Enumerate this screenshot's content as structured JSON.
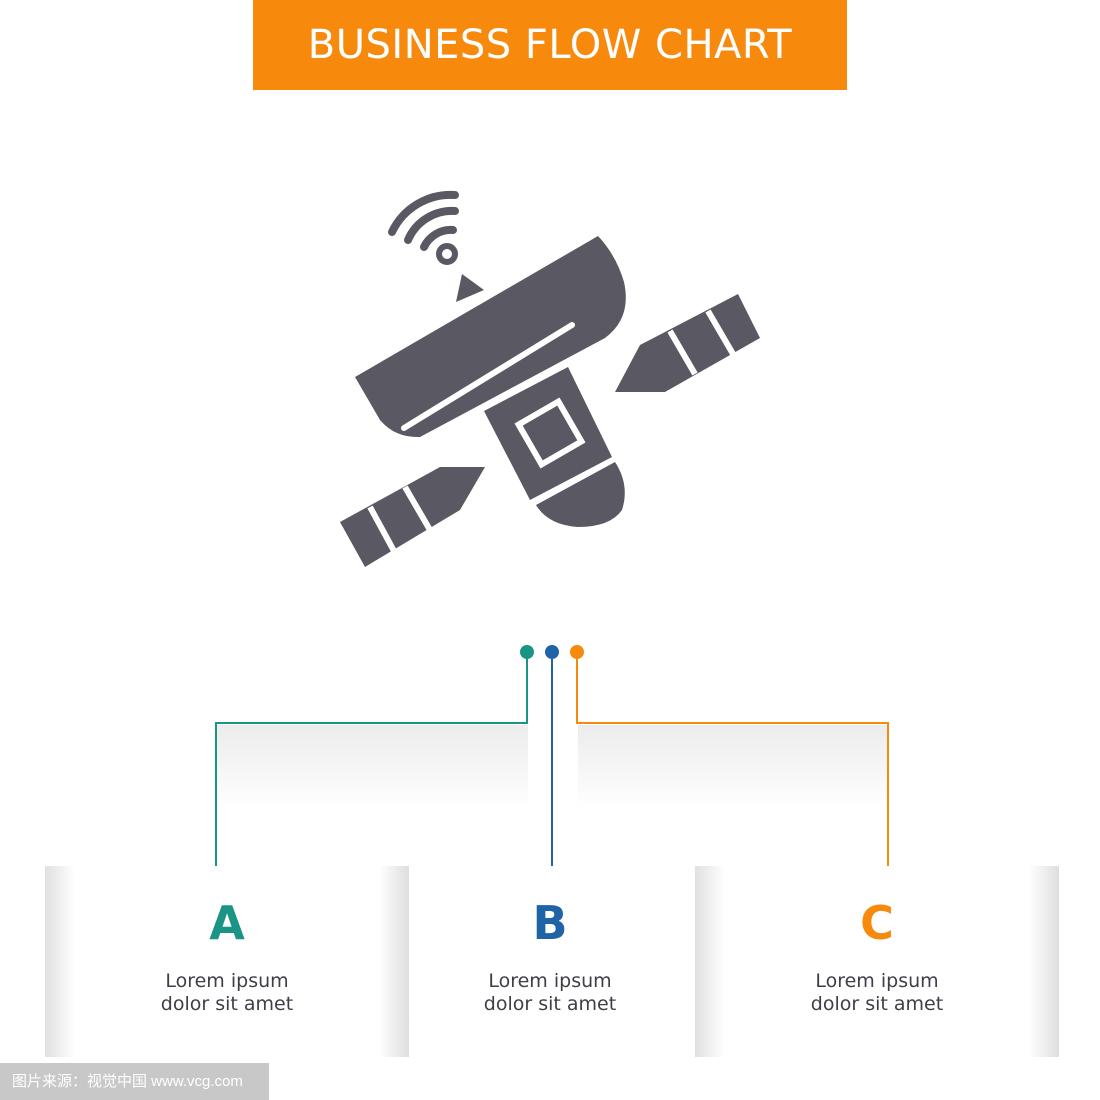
{
  "title": "BUSINESS FLOW CHART",
  "icon": "satellite-icon",
  "colors": {
    "accent": "#f7890c",
    "a": "#1a9485",
    "b": "#1e64a6",
    "c": "#f7890c",
    "icon": "#5a5963"
  },
  "steps": [
    {
      "letter": "A",
      "line1": "Lorem ipsum",
      "line2": "dolor sit amet"
    },
    {
      "letter": "B",
      "line1": "Lorem ipsum",
      "line2": "dolor sit amet"
    },
    {
      "letter": "C",
      "line1": "Lorem ipsum",
      "line2": "dolor sit amet"
    }
  ],
  "watermark": "图片来源：视觉中国 www.vcg.com"
}
